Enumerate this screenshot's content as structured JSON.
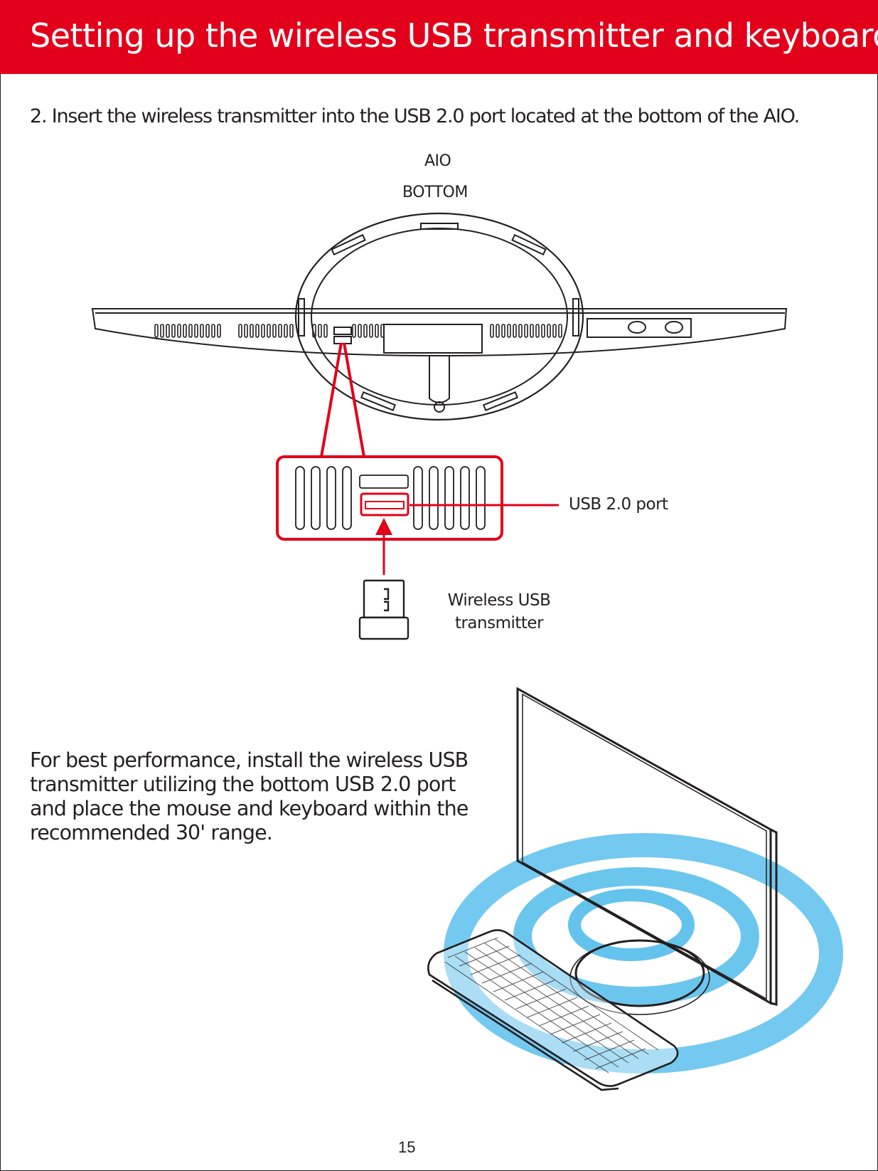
{
  "header": {
    "title": "Setting up the wireless USB transmitter and keyboard"
  },
  "step": {
    "text": "2. Insert the wireless transmitter into the USB 2.0 port located at the bottom of the AIO."
  },
  "diagram": {
    "label_aio": "AIO",
    "label_bottom": "BOTTOM",
    "label_usb_port": "USB 2.0 port",
    "label_wireless_transmitter": "Wireless USB transmitter"
  },
  "performance": {
    "text": "For best performance, install the wireless USB transmitter utilizing the bottom USB 2.0 port and place the mouse and keyboard within the recommended 30' range."
  },
  "footer": {
    "page_number": "15"
  },
  "colors": {
    "accent_red": "#e2001a",
    "signal_blue": "#5bc0ec",
    "line": "#231f20"
  }
}
